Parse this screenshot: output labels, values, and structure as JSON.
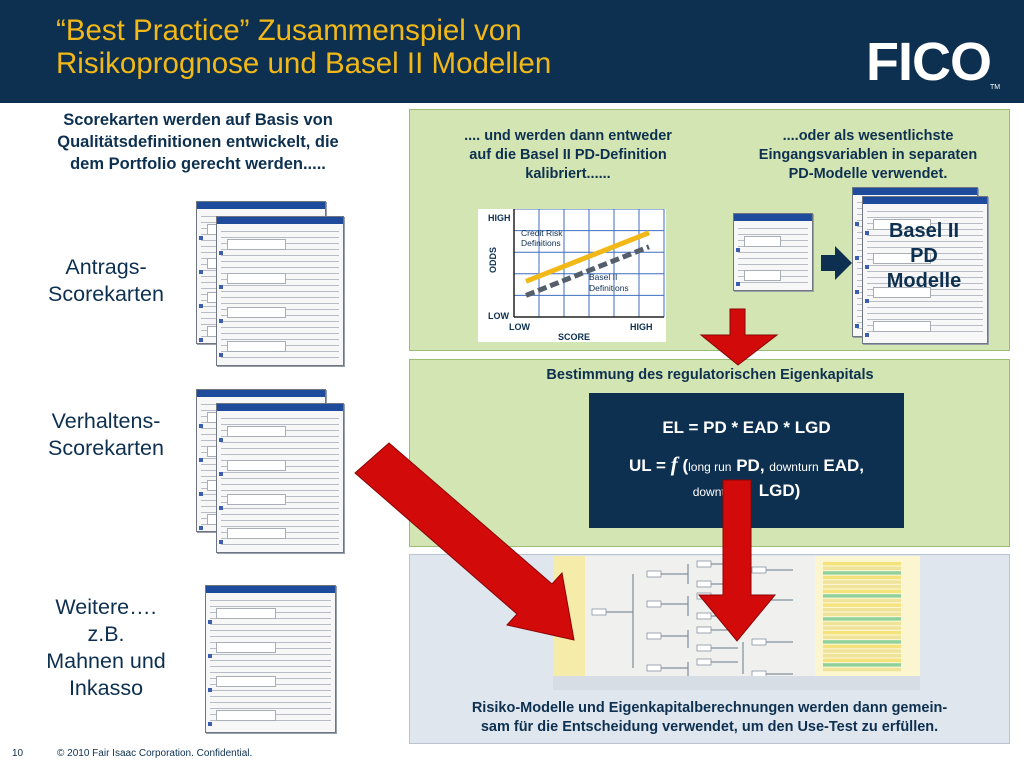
{
  "header": {
    "title_line1": "“Best Practice” Zusammenspiel von",
    "title_line2": "Risikoprognose und Basel II Modellen",
    "logo": "FICO",
    "logo_tm": "TM"
  },
  "left": {
    "intro_l1": "Scorekarten werden auf Basis von",
    "intro_l2": "Qualitätsdefinitionen entwickelt, die",
    "intro_l3": "dem Portfolio gerecht werden.....",
    "antrag_l1": "Antrags-",
    "antrag_l2": "Scorekarten",
    "verhalten_l1": "Verhaltens-",
    "verhalten_l2": "Scorekarten",
    "weitere_l1": "Weitere….",
    "weitere_l2": "z.B.",
    "weitere_l3": "Mahnen und",
    "weitere_l4": "Inkasso"
  },
  "top_panel": {
    "left_l1": ".... und werden dann entweder",
    "left_l2": "auf die Basel II PD-Definition",
    "left_l3": "kalibriert......",
    "right_l1": "....oder als wesentlichste",
    "right_l2": "Eingangsvariablen in separaten",
    "right_l3": "PD-Modelle verwendet.",
    "basel_l1": "Basel II",
    "basel_l2": "PD",
    "basel_l3": "Modelle"
  },
  "chart_data": {
    "type": "line",
    "title": "",
    "xlabel": "SCORE",
    "ylabel": "ODDS",
    "x_ticks": [
      "LOW",
      "HIGH"
    ],
    "y_ticks": [
      "HIGH",
      "LOW"
    ],
    "grid": true,
    "series": [
      {
        "name": "Credit Risk Definitions",
        "style": "solid",
        "color": "#f2b817",
        "x": [
          0,
          1
        ],
        "y": [
          0.33,
          0.78
        ]
      },
      {
        "name": "Basel II Definitions",
        "style": "dashed",
        "color": "#555f6b",
        "x": [
          0,
          1
        ],
        "y": [
          0.2,
          0.65
        ]
      }
    ],
    "series_label_1a": "Credit Risk",
    "series_label_1b": "Definitions",
    "series_label_2a": "Basel II",
    "series_label_2b": "Definitions"
  },
  "middle_panel": {
    "heading": "Bestimmung des regulatorischen Eigenkapitals",
    "el": "EL = PD * EAD * LGD",
    "ul_a": "UL = ",
    "ul_f": "f",
    "ul_b": " (",
    "ul_lr": "long run",
    "ul_pd": " PD, ",
    "ul_dt": "downturn",
    "ul_ead": " EAD,",
    "ul_dt2": "downt",
    "ul_lgd": "LGD)"
  },
  "bottom_panel": {
    "caption_l1": "Risiko-Modelle und Eigenkapitalberechnungen werden dann gemein-",
    "caption_l2": "sam für die Entscheidung verwendet, um den Use-Test zu erfüllen."
  },
  "footer": {
    "page_number": "10",
    "copyright": "© 2010 Fair Isaac Corporation. Confidential."
  },
  "colors": {
    "navy": "#0d3050",
    "gold": "#f2b817",
    "panel_green": "#d3e5b2",
    "arrow_red": "#d20a0a",
    "tree_panel": "#dfe6ee"
  }
}
